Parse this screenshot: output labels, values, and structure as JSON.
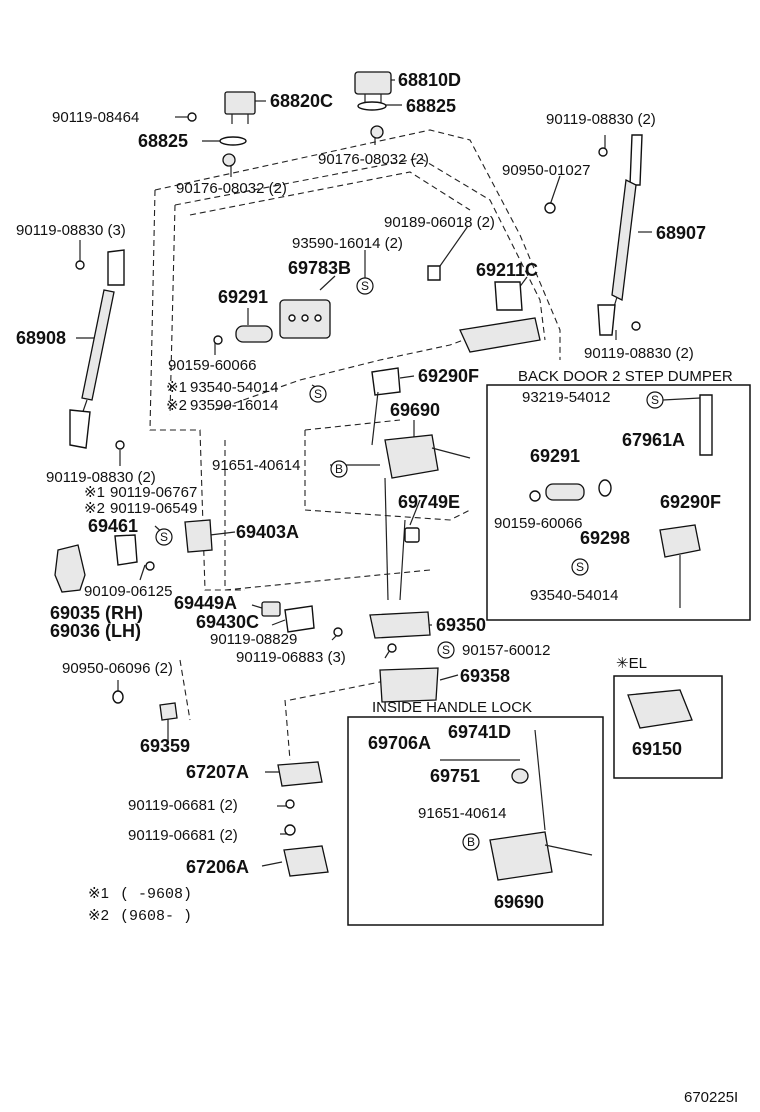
{
  "labels": {
    "p68810D": "68810D",
    "p68820C": "68820C",
    "p90119_08464": "90119-08464",
    "p68825_a": "68825",
    "p68825_b": "68825",
    "p90176_08032_a": "90176-08032 (2)",
    "p90176_08032_b": "90176-08032 (2)",
    "p90119_08830_top": "90119-08830 (2)",
    "p90950_01027": "90950-01027",
    "p68907": "68907",
    "p90119_08830_left": "90119-08830 (3)",
    "p90189_06018": "90189-06018 (2)",
    "p93590_16014": "93590-16014 (2)",
    "p69783B": "69783B",
    "p69211C": "69211C",
    "p69291": "69291",
    "p68908": "68908",
    "p90159_60066": "90159-60066",
    "p90119_08830_right": "90119-08830 (2)",
    "p93540_54014": "93540-54014",
    "p93590_16014_b": "93590-16014",
    "p69290F": "69290F",
    "p69690": "69690",
    "p91651_40614": "91651-40614",
    "p90119_08830_bottom": "90119-08830 (2)",
    "p90119_06767": "90119-06767",
    "p90119_06549": "90119-06549",
    "p69461": "69461",
    "p69749E": "69749E",
    "p69403A": "69403A",
    "p90109_06125": "90109-06125",
    "p69035": "69035 (RH)",
    "p69036": "69036 (LH)",
    "p69449A": "69449A",
    "p69430C": "69430C",
    "p90119_08829": "90119-08829",
    "p90119_06883": "90119-06883 (3)",
    "p69350": "69350",
    "p90157_60012": "90157-60012",
    "p90950_06096": "90950-06096 (2)",
    "p69358": "69358",
    "p69359": "69359",
    "p67207A": "67207A",
    "p90119_06681_a": "90119-06681 (2)",
    "p90119_06681_b": "90119-06681 (2)",
    "p67206A": "67206A",
    "mark1": "※1",
    "mark2": "※2",
    "mark1_foot": "※1",
    "mark2_foot": "※2",
    "foot1": "(       -9608)",
    "foot2": "(9608-       )"
  },
  "dumper_box": {
    "title": "BACK DOOR 2 STEP DUMPER",
    "p93219_54012": "93219-54012",
    "p67961A": "67961A",
    "p69291": "69291",
    "p90159_60066": "90159-60066",
    "p69298": "69298",
    "p69290F": "69290F",
    "p93540_54014": "93540-54014"
  },
  "lock_box": {
    "title": "INSIDE HANDLE LOCK",
    "p69706A": "69706A",
    "p69741D": "69741D",
    "p69751": "69751",
    "p91651_40614": "91651-40614",
    "p69690": "69690"
  },
  "el_box": {
    "title": "✳EL",
    "p69150": "69150"
  },
  "symbols": {
    "s": "S",
    "b": "B"
  },
  "figure_id": "670225I"
}
